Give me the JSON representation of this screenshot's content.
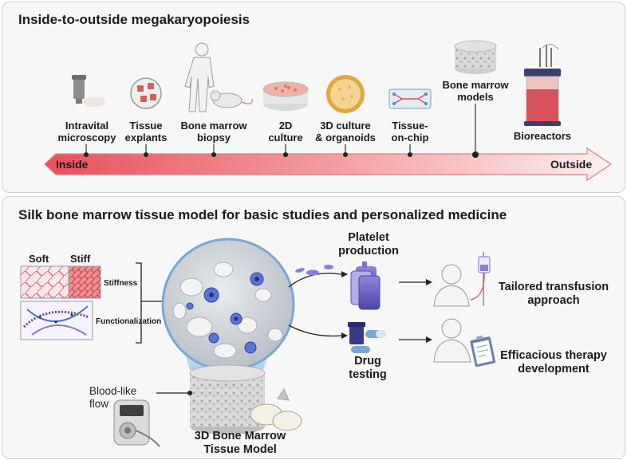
{
  "top": {
    "title": "Inside-to-outside megakaryopoiesis",
    "timeline": [
      {
        "line1": "Intravital",
        "line2": "microscopy"
      },
      {
        "line1": "Tissue",
        "line2": "explants"
      },
      {
        "line1": "Bone marrow",
        "line2": "biopsy"
      },
      {
        "line1": "2D",
        "line2": "culture"
      },
      {
        "line1": "3D culture",
        "line2": "& organoids"
      },
      {
        "line1": "Tissue-",
        "line2": "on-chip"
      },
      {
        "line1": "Bone marrow",
        "line2": "models"
      },
      {
        "line1": "",
        "line2": "Bioreactors"
      }
    ],
    "arrow_left": "Inside",
    "arrow_right": "Outside"
  },
  "bottom": {
    "title": "Silk bone marrow tissue model for basic studies and personalized medicine",
    "soft": "Soft",
    "stiff": "Stiff",
    "stiffness": "Stiffness",
    "functionalization": "Functionalization",
    "platelet_line1": "Platelet",
    "platelet_line2": "production",
    "drug_line1": "Drug",
    "drug_line2": "testing",
    "transfusion_line1": "Tailored transfusion",
    "transfusion_line2": "approach",
    "therapy_line1": "Efficacious therapy",
    "therapy_line2": "development",
    "flow_line1": "Blood-like",
    "flow_line2": "flow",
    "model_line1": "3D Bone Marrow",
    "model_line2": "Tissue Model"
  },
  "colors": {
    "arrow_dark": "#e8505b",
    "arrow_light": "#fbe4e4",
    "cell_blue": "#5b73d6",
    "panel_bg": "#f7f7f7",
    "border": "#cfcfcf"
  }
}
